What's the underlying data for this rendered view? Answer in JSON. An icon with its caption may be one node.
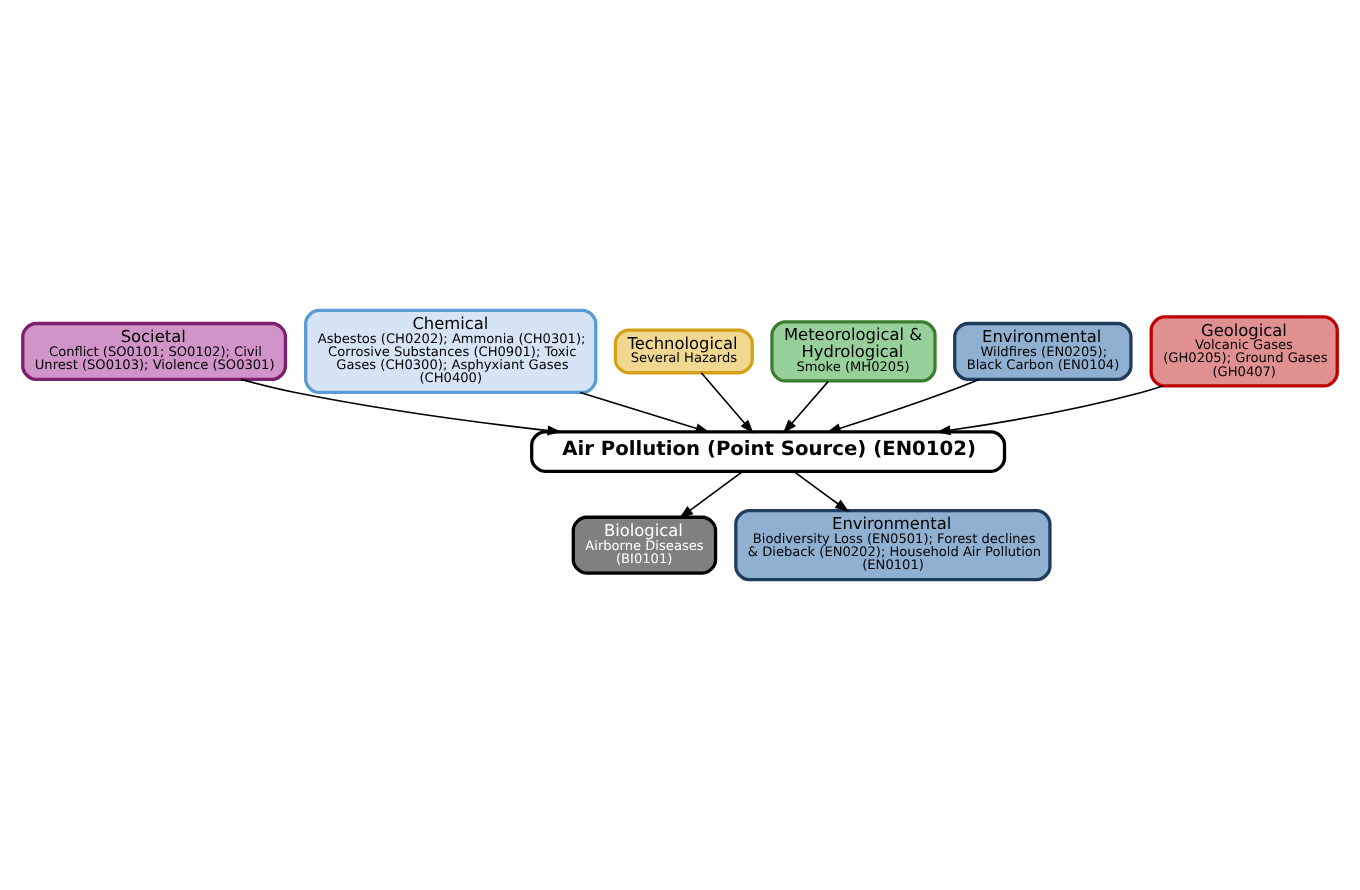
{
  "diagram": {
    "nodes": [
      {
        "text": [
          "Societal",
          "Conflict (SO0101; SO0102); Civil Unrest (SO0103); Violence (SO0301)"
        ]
      },
      {
        "text": [
          "Chemical",
          "Asbestos (CH0202); Ammonia (CH0301); Corrosive Substances (CH0901); Toxic Gases (CH0300); Asphyxiant Gases (CH0400)"
        ]
      },
      {
        "text": [
          "Technological",
          "Several Hazards"
        ]
      },
      {
        "text": [
          "Meteorological & Hydrological",
          "Smoke (MH0205)"
        ]
      },
      {
        "text": [
          "Environmental",
          "Wildfires (EN0205); Black Carbon (EN0104)"
        ]
      },
      {
        "text": [
          "Geological",
          "Volcanic Gases (GH0205); Ground Gases (GH0407)"
        ]
      },
      {
        "text": [
          "Air Pollution (Point Source) (EN0102)"
        ]
      },
      {
        "text": [
          "Biological",
          "Airborne Diseases (BI0101)"
        ]
      },
      {
        "text": [
          "Environmental",
          "Biodiversity Loss (EN0501); Forest declines & Dieback (EN0202); Household Air Pollution (EN0101)"
        ]
      }
    ],
    "edges": [
      {
        "from": 2,
        "to": 6,
        "arrow": "to"
      },
      {
        "from": 0,
        "to": 6,
        "arrow": "to"
      },
      {
        "from": 3,
        "to": 6,
        "arrow": "to"
      },
      {
        "from": 4,
        "to": 6,
        "arrow": "to"
      },
      {
        "from": 1,
        "to": 6,
        "arrow": "to"
      },
      {
        "from": 5,
        "to": 6,
        "arrow": "to"
      },
      {
        "from": 6,
        "to": 7,
        "arrow": "to"
      },
      {
        "from": 6,
        "to": 8,
        "arrow": "to"
      }
    ]
  }
}
